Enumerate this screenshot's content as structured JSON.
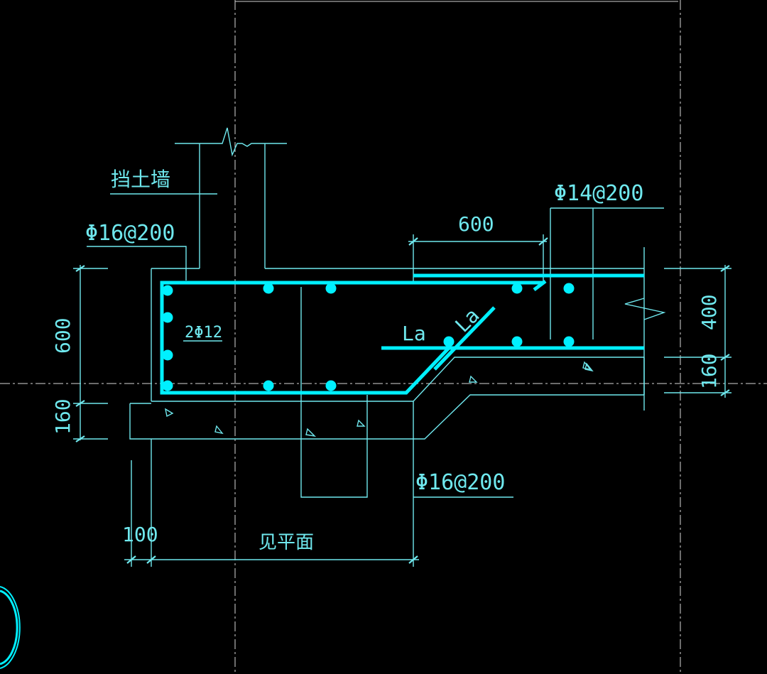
{
  "labels": {
    "retaining_wall": "挡土墙",
    "rebar_top_left": "Φ16@200",
    "rebar_top_right": "Φ14@200",
    "rebar_bottom": "Φ16@200",
    "rebar_corner": "2Φ12",
    "la_horizontal": "La",
    "la_diagonal": "La",
    "see_plan": "见平面"
  },
  "dimensions": {
    "left_depth": "600",
    "left_slab": "160",
    "right_depth": "400",
    "right_slab": "160",
    "top_span": "600",
    "bottom_offset": "100"
  },
  "colors": {
    "rebar": "#00f0ff",
    "line": "#6fe8ee",
    "axis": "#d8d8d8",
    "background": "#000000"
  }
}
